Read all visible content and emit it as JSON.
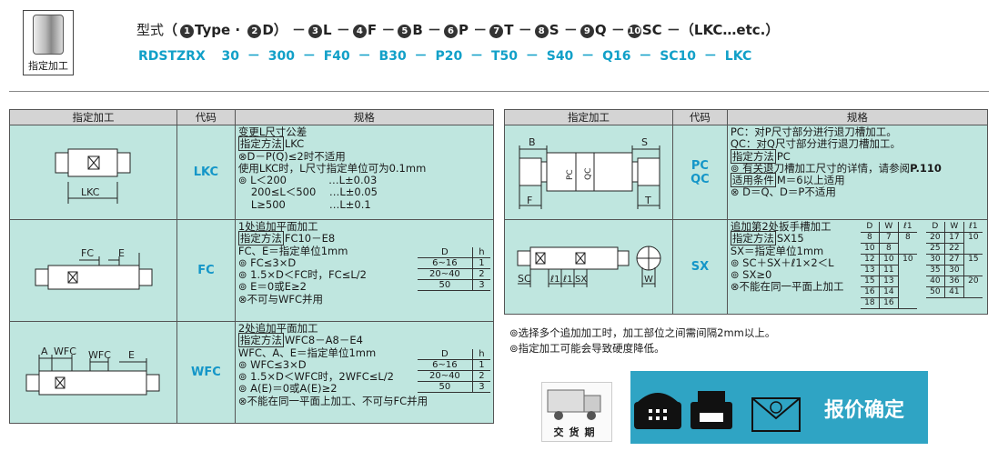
{
  "header": {
    "icon_caption": "指定加工",
    "type_label": "型式",
    "type_items": [
      {
        "num": "1",
        "code": "Type"
      },
      {
        "num": "2",
        "code": "D"
      },
      {
        "num": "3",
        "code": "L"
      },
      {
        "num": "4",
        "code": "F"
      },
      {
        "num": "5",
        "code": "B"
      },
      {
        "num": "6",
        "code": "P"
      },
      {
        "num": "7",
        "code": "T"
      },
      {
        "num": "8",
        "code": "S"
      },
      {
        "num": "9",
        "code": "Q"
      },
      {
        "num": "10",
        "code": "SC"
      }
    ],
    "type_tail": "（LKC…etc.）",
    "example": [
      "RDSTZRX",
      "30",
      "300",
      "F40",
      "B30",
      "P20",
      "T50",
      "S40",
      "Q16",
      "SC10",
      "LKC"
    ]
  },
  "table_headers": {
    "c1": "指定加工",
    "c2": "代码",
    "c3": "规格"
  },
  "left_rows": {
    "lkc": {
      "code": "LKC",
      "fig_label": "LKC",
      "l1": "变更L尺寸公差",
      "method": "指定方法",
      "l2": "LKC",
      "l3": "D－P(Q)≤2时不适用",
      "l4": "使用LKC时，L尺寸指定单位可为0.1mm",
      "l5a": "L＜200",
      "l5b": "…L±0.03",
      "l6a": "200≤L＜500",
      "l6b": "…L±0.05",
      "l7a": "L≥500",
      "l7b": "…L±0.1"
    },
    "fc": {
      "code": "FC",
      "fig_fc": "FC",
      "fig_e": "E",
      "l1": "1处追加平面加工",
      "method": "指定方法",
      "l2": "FC10－E8",
      "l3": "FC、E＝指定单位1mm",
      "l4": "FC≤3×D",
      "l5": "1.5×D＜FC时，FC≤L/2",
      "l6": "E＝0或E≥2",
      "l7": "不可与WFC并用",
      "mini": {
        "h1": "D",
        "h2": "h",
        "rows": [
          [
            "6~16",
            "1"
          ],
          [
            "20~40",
            "2"
          ],
          [
            "50",
            "3"
          ]
        ]
      }
    },
    "wfc": {
      "code": "WFC",
      "fig_a": "A",
      "fig_wfc": "WFC",
      "fig_wfc2": "WFC",
      "fig_e": "E",
      "l1": "2处追加平面加工",
      "method": "指定方法",
      "l2": "WFC8－A8－E4",
      "l3": "WFC、A、E＝指定单位1mm",
      "l4": "WFC≤3×D",
      "l5": "1.5×D＜WFC时，2WFC≤L/2",
      "l6": "A(E)＝0或A(E)≥2",
      "l7": "不能在同一平面上加工、不可与FC并用",
      "mini": {
        "h1": "D",
        "h2": "h",
        "rows": [
          [
            "6~16",
            "1"
          ],
          [
            "20~40",
            "2"
          ],
          [
            "50",
            "3"
          ]
        ]
      }
    }
  },
  "right_rows": {
    "pcqc": {
      "code1": "PC",
      "code2": "QC",
      "fig_b": "B",
      "fig_s": "S",
      "fig_f": "F",
      "fig_t": "T",
      "fig_pc": "PC",
      "fig_qc": "QC",
      "l1": "PC：对P尺寸部分进行退刀槽加工。",
      "l2": "QC：对Q尺寸部分进行退刀槽加工。",
      "method": "指定方法",
      "l3": "PC",
      "l4a": "有关退刀槽加工尺寸的详情，请参阅",
      "l4b": "P.110",
      "cond": "适用条件",
      "l5": "M＝6以上适用",
      "l6": "D＝Q、D＝P不适用"
    },
    "sx": {
      "code": "SX",
      "fig_sc": "SC",
      "fig_l1": "ℓ1",
      "fig_l1b": "ℓ1",
      "fig_sx": "SX",
      "fig_w": "W",
      "l1": "追加第2处扳手槽加工",
      "method": "指定方法",
      "l2": "SX15",
      "l3": "SX＝指定单位1mm",
      "l4": "SC＋SX＋ℓ1×2＜L",
      "l5": "SX≥0",
      "l6": "不能在同一平面上加工",
      "mini1": {
        "h": [
          "D",
          "W",
          "ℓ1"
        ],
        "rows": [
          [
            "8",
            "7"
          ],
          [
            "10",
            "8"
          ],
          [
            "12",
            "10"
          ],
          [
            "13",
            "11"
          ],
          [
            "15",
            "13"
          ],
          [
            "16",
            "14"
          ],
          [
            "18",
            "16"
          ]
        ],
        "l1vals": [
          "8",
          "10"
        ]
      },
      "mini2": {
        "h": [
          "D",
          "W",
          "ℓ1"
        ],
        "rows": [
          [
            "20",
            "17"
          ],
          [
            "25",
            "22"
          ],
          [
            "30",
            "27"
          ],
          [
            "35",
            "30"
          ],
          [
            "40",
            "36"
          ],
          [
            "50",
            "41"
          ]
        ],
        "l1vals": [
          "10",
          "15",
          "20"
        ]
      }
    }
  },
  "notes": {
    "n1": "选择多个追加加工时，加工部位之间需间隔2mm以上。",
    "n2": "指定加工可能会导致硬度降低。"
  },
  "buttons": {
    "delivery": "交货期",
    "quote": "报价确定"
  }
}
